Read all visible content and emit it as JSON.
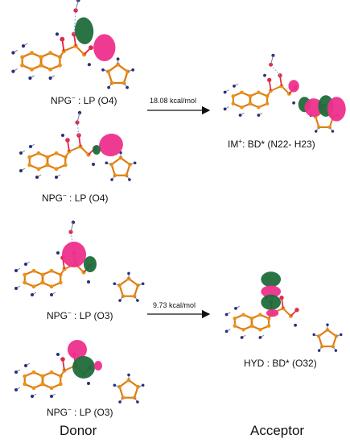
{
  "colors": {
    "lobe_positive": "#1f6b3a",
    "lobe_negative": "#ee2f8c",
    "bond": "#e07a10",
    "atom_carbon": "#e8941a",
    "atom_hydrogen": "#2a2f7a",
    "atom_oxygen": "#e02a4a",
    "hbond": "#6ab0e0"
  },
  "panels": [
    {
      "id": "donor-1",
      "label": {
        "name": "NPG",
        "charge": "−",
        "orbital": "LP (O4)"
      }
    },
    {
      "id": "donor-2",
      "label": {
        "name": "NPG",
        "charge": "−",
        "orbital": "LP (O4)"
      }
    },
    {
      "id": "acceptor-1",
      "label": {
        "name": "IM",
        "charge": "+",
        "orbital": "BD* (N22- H23)"
      }
    },
    {
      "id": "donor-3",
      "label": {
        "name": "NPG",
        "charge": "−",
        "orbital": "LP (O3)"
      }
    },
    {
      "id": "donor-4",
      "label": {
        "name": "NPG",
        "charge": "−",
        "orbital": "LP (O3)"
      }
    },
    {
      "id": "acceptor-2",
      "label": {
        "name": "HYD",
        "charge": "",
        "orbital": "BD* (O32)"
      }
    }
  ],
  "arrows": [
    {
      "id": "arrow-1",
      "energy": "18.08 kcal/mol"
    },
    {
      "id": "arrow-2",
      "energy": "9.73 kcal/mol"
    }
  ],
  "columns": {
    "donor": "Donor",
    "acceptor": "Acceptor"
  }
}
